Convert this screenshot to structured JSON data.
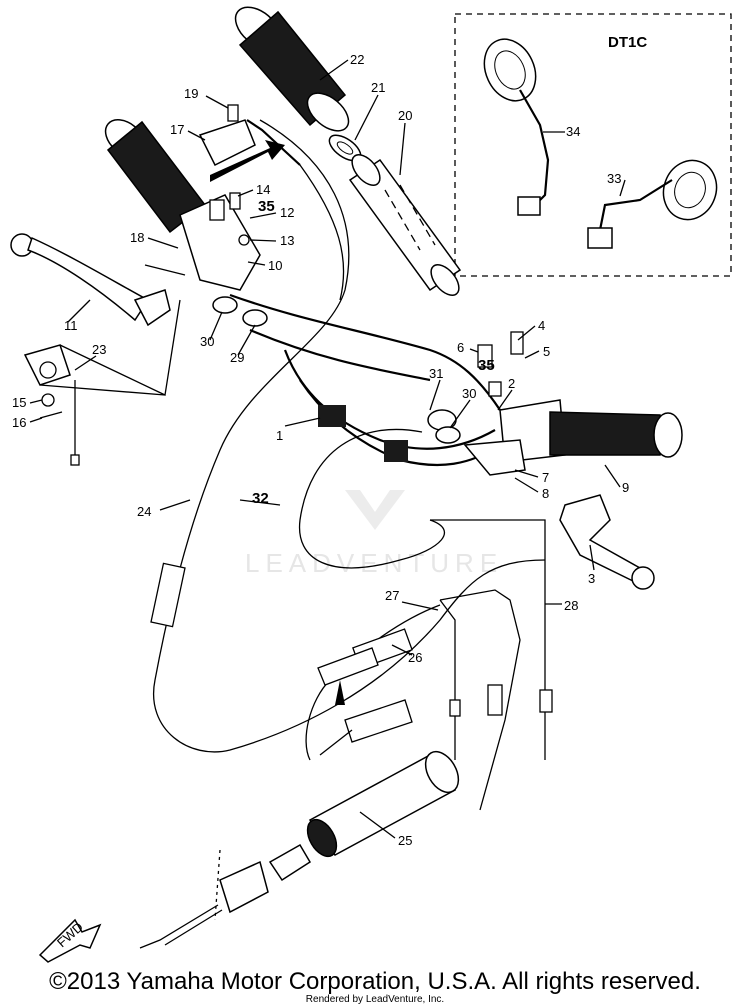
{
  "diagram": {
    "inset_title": "DT1C",
    "fwd_label": "FWD",
    "watermark": "LEADVENTURE",
    "callouts": [
      "1",
      "2",
      "3",
      "4",
      "5",
      "6",
      "7",
      "8",
      "9",
      "10",
      "11",
      "12",
      "13",
      "14",
      "15",
      "16",
      "17",
      "18",
      "19",
      "20",
      "21",
      "22",
      "23",
      "24",
      "25",
      "26",
      "27",
      "28",
      "29",
      "30",
      "31",
      "32",
      "33",
      "34",
      "35"
    ],
    "callout_30b": "30",
    "callout_35b": "35"
  },
  "footer": {
    "copyright": "©2013 Yamaha Motor Corporation, U.S.A. All rights reserved.",
    "rendered_by": "Rendered by LeadVenture, Inc."
  }
}
